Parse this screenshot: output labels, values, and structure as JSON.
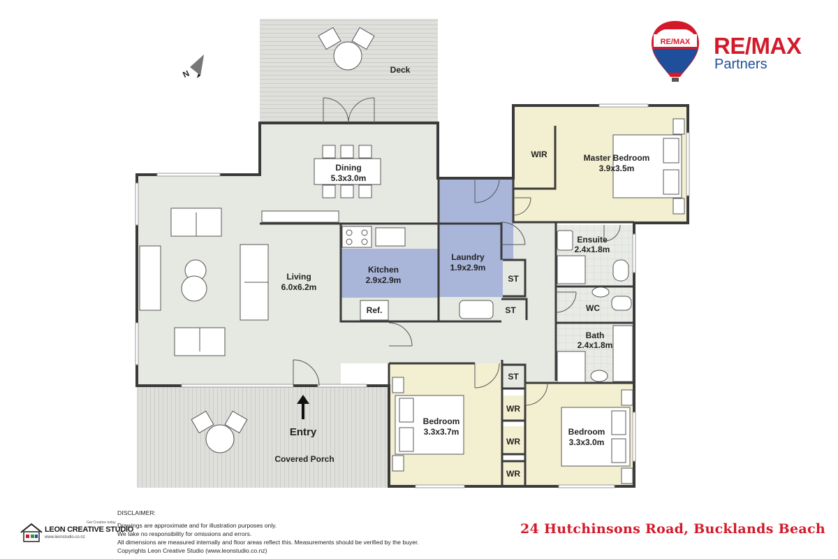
{
  "rooms": {
    "deck": {
      "name": "Deck"
    },
    "dining": {
      "name": "Dining",
      "size": "5.3x3.0m"
    },
    "living": {
      "name": "Living",
      "size": "6.0x6.2m"
    },
    "kitchen": {
      "name": "Kitchen",
      "size": "2.9x2.9m"
    },
    "laundry": {
      "name": "Laundry",
      "size": "1.9x2.9m"
    },
    "master": {
      "name": "Master Bedroom",
      "size": "3.9x3.5m"
    },
    "wir": {
      "name": "WIR"
    },
    "ensuite": {
      "name": "Ensuite",
      "size": "2.4x1.8m"
    },
    "wc": {
      "name": "WC"
    },
    "bath": {
      "name": "Bath",
      "size": "2.4x1.8m"
    },
    "bedroom2": {
      "name": "Bedroom",
      "size": "3.3x3.7m"
    },
    "bedroom3": {
      "name": "Bedroom",
      "size": "3.3x3.0m"
    },
    "st1": {
      "name": "ST"
    },
    "st2": {
      "name": "ST"
    },
    "st3": {
      "name": "ST"
    },
    "wr1": {
      "name": "WR"
    },
    "wr2": {
      "name": "WR"
    },
    "wr3": {
      "name": "WR"
    },
    "ref": {
      "name": "Ref."
    },
    "porch": {
      "name": "Covered Porch"
    },
    "entry": {
      "name": "Entry"
    }
  },
  "compass": {
    "letter": "N"
  },
  "disclaimer": {
    "title": "DISCLAIMER:",
    "lines": [
      "Drawings are approximate and for illustration purposes only.",
      "We take no responsibility for omissions and errors.",
      "All dimensions are measured internally and floor areas reflect this. Measurements should be verified by the buyer.",
      "Copyrights Leon Creative Studio (www.leonstudio.co.nz)"
    ]
  },
  "address": "24 Hutchinsons Road, Bucklands Beach",
  "branding": {
    "remax_word": "RE/MAX",
    "remax_sub": "Partners",
    "balloon_text": "RE/MAX",
    "studio_name": "LEON CREATIVE STUDIO",
    "studio_url": "www.leonstudio.co.nz",
    "studio_tag": "Get Creative today"
  },
  "colors": {
    "floor_grey": "#e6e8e2",
    "bedroom_yellow": "#f3f0d2",
    "service_blue": "#a9b6da",
    "deck_grey": "#dfdfdc",
    "brand_red": "#d41a2a",
    "brand_blue": "#1f4e9a"
  }
}
